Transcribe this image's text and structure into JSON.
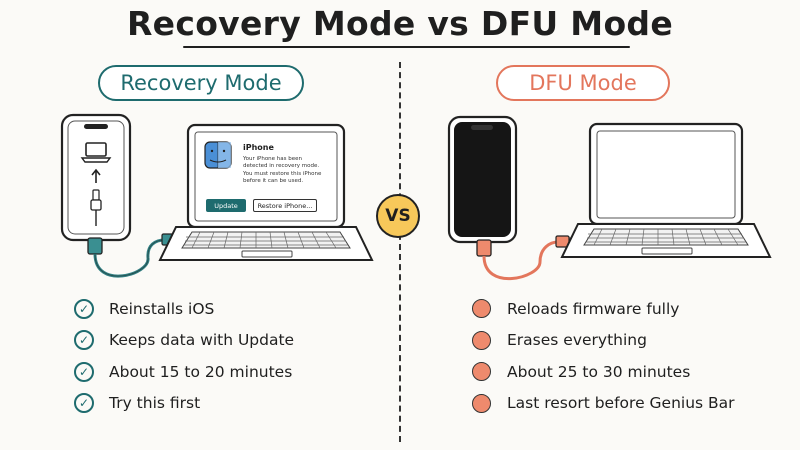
{
  "title": "Recovery Mode vs DFU Mode",
  "vs_label": "VS",
  "left": {
    "heading": "Recovery Mode",
    "accent": "#1e6b6e",
    "items": [
      "Reinstalls iOS",
      "Keeps data with Update",
      "About 15 to 20 minutes",
      "Try this first"
    ],
    "dialog": {
      "title": "iPhone",
      "message": "Your iPhone has been detected in recovery mode. You must restore this iPhone before it can be used.",
      "update_label": "Update",
      "restore_label": "Restore iPhone..."
    }
  },
  "right": {
    "heading": "DFU Mode",
    "accent": "#e3765c",
    "items": [
      "Reloads firmware fully",
      "Erases everything",
      "About 25 to 30 minutes",
      "Last resort before Genius Bar"
    ]
  }
}
